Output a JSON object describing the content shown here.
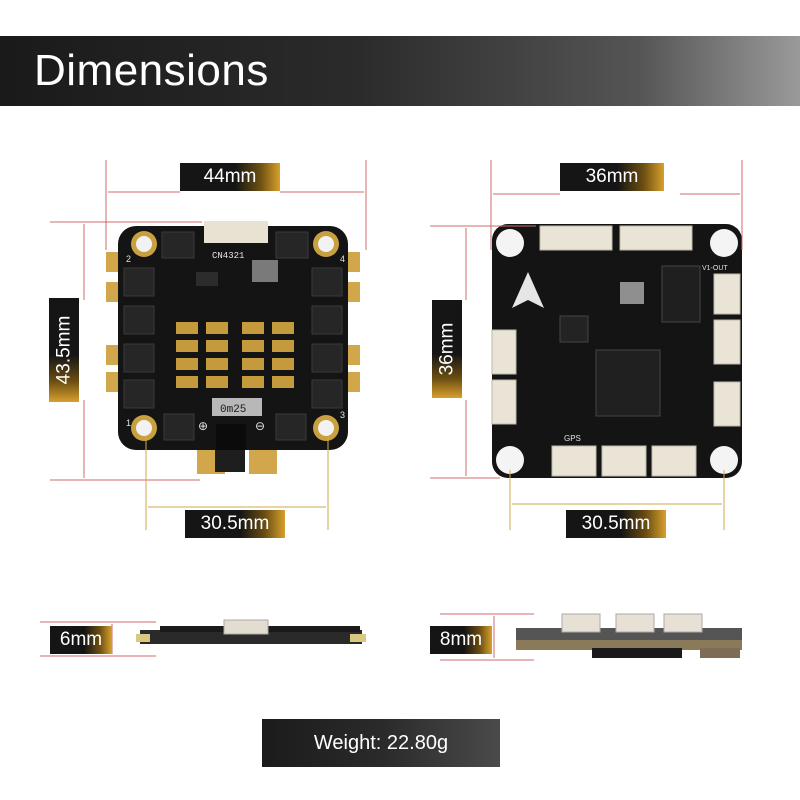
{
  "title": "Dimensions",
  "esc": {
    "width_label": "44mm",
    "height_label": "43.5mm",
    "mount_label": "30.5mm",
    "thickness_label": "6mm",
    "board_text": {
      "chip_code": "CN4321",
      "shunt_code": "0m25",
      "corner_1": "1",
      "corner_2": "2",
      "corner_3": "3",
      "corner_4": "4",
      "minus_sign": "⊖",
      "plus_sign": "⊕"
    }
  },
  "fc": {
    "width_label": "36mm",
    "height_label": "36mm",
    "mount_label": "30.5mm",
    "thickness_label": "8mm",
    "board_text": {
      "gps": "GPS",
      "v1_out": "V1-OUT"
    }
  },
  "weight_label": "Weight: 22.80g",
  "colors": {
    "dimension_line": "#cf6b6b",
    "mount_line": "#cfa949",
    "board": "#141414",
    "pad_gold": "#d2a64a",
    "pill_gold": "#d8a02d"
  }
}
